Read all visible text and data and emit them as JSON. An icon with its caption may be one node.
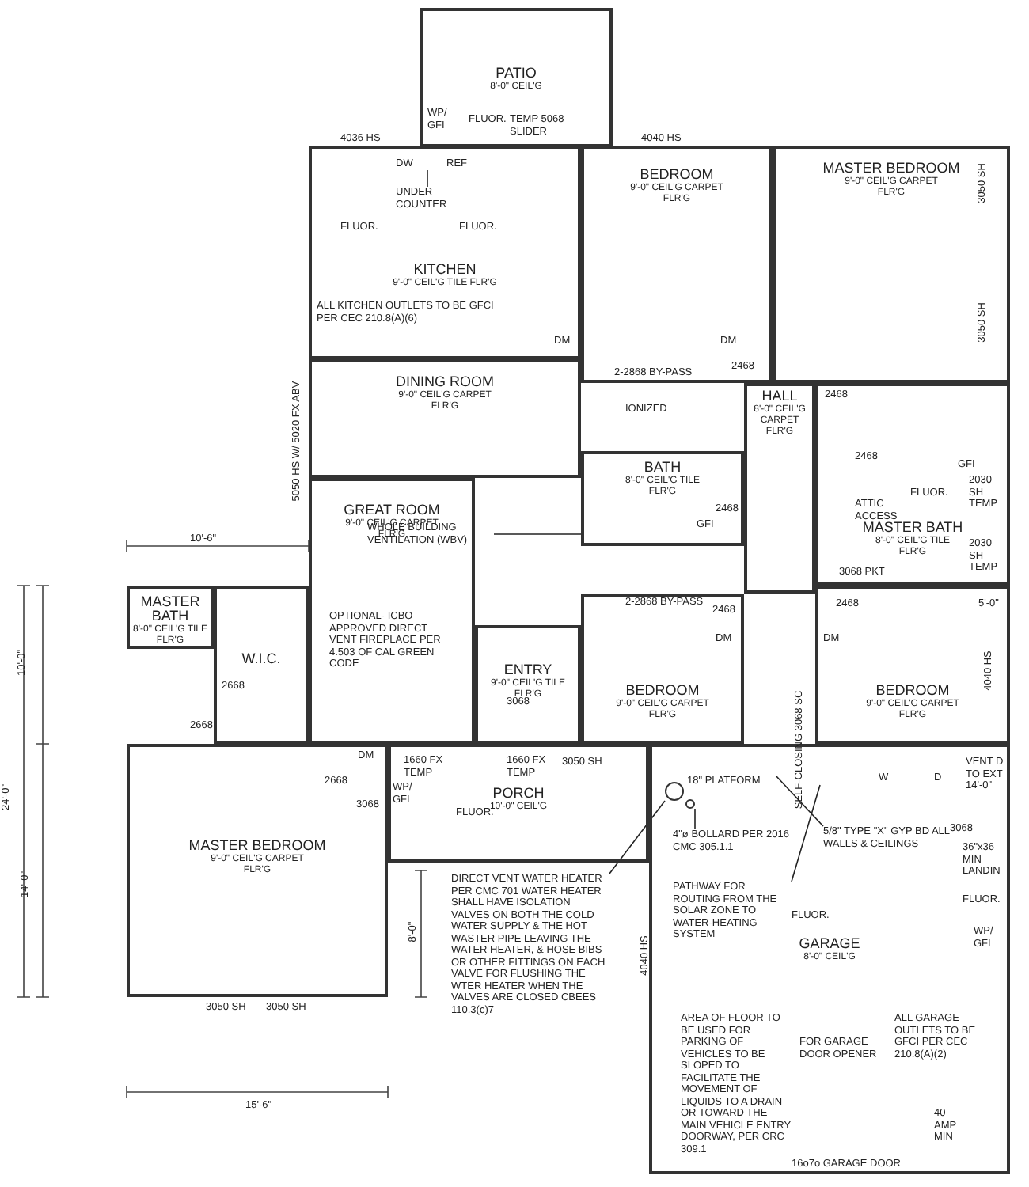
{
  "diagram": {
    "nodes": [
      {
        "text": [
          "PATIO",
          "8'-0\" CEIL'G"
        ]
      },
      {
        "text": [
          "KITCHEN",
          "9'-0\" CEIL'G TILE FLR'G"
        ]
      },
      {
        "text": [
          "BEDROOM",
          "9'-0\" CEIL'G CARPET FLR'G"
        ]
      },
      {
        "text": [
          "MASTER BEDROOM",
          "9'-0\" CEIL'G CARPET FLR'G"
        ]
      },
      {
        "text": [
          "DINING ROOM",
          "9'-0\" CEIL'G CARPET FLR'G"
        ]
      },
      {
        "text": [
          "HALL",
          "8'-0\" CEIL'G CARPET FLR'G"
        ]
      },
      {
        "text": [
          "BATH",
          "8'-0\" CEIL'G TILE FLR'G"
        ]
      },
      {
        "text": [
          "GREAT ROOM",
          "9'-0\" CEIL'G CARPET FLR'G"
        ]
      },
      {
        "text": [
          "MASTER BATH",
          "8'-0\" CEIL'G TILE FLR'G"
        ]
      },
      {
        "text": [
          "MASTER BATH",
          "8'-0\" CEIL'G TILE FLR'G"
        ]
      },
      {
        "text": [
          "W.I.C."
        ]
      },
      {
        "text": [
          "ENTRY",
          "9'-0\" CEIL'G TILE FLR'G"
        ]
      },
      {
        "text": [
          "BEDROOM",
          "9'-0\" CEIL'G CARPET FLR'G"
        ]
      },
      {
        "text": [
          "BEDROOM",
          "9'-0\" CEIL'G CARPET FLR'G"
        ]
      },
      {
        "text": [
          "PORCH",
          "10'-0\" CEIL'G"
        ]
      },
      {
        "text": [
          "MASTER BEDROOM",
          "9'-0\" CEIL'G CARPET FLR'G"
        ]
      },
      {
        "text": [
          "GARAGE",
          "8'-0\" CEIL'G"
        ]
      },
      {
        "text": [
          "UNDER COUNTER"
        ],
        "in": 1
      },
      {
        "text": [
          "WHOLE BUILDING VENTILATION (WBV)"
        ],
        "in": 7
      },
      {
        "text": [
          "DIRECT VENT WATER HEATER PER CMC 701 WATER HEATER SHALL HAVE ISOLATION VALVES ON BOTH THE COLD WATER SUPPLY & THE HOT WASTER PIPE LEAVING THE WATER HEATER, & HOSE BIBS OR OTHER FITTINGS ON EACH VALVE FOR FLUSHING THE WTER HEATER WHEN THE VALVES ARE CLOSED CBEES 110.3(c)7"
        ]
      },
      {
        "text": [
          "4\"ø BOLLARD PER 2016 CMC 305.1.1"
        ],
        "in": 16
      },
      {
        "text": [
          "PATHWAY FOR ROUTING FROM THE SOLAR ZONE TO WATER-HEATING SYSTEM"
        ],
        "in": 16
      },
      {
        "text": [
          "5/8\" TYPE \"X\" GYP BD ALL WALLS & CEILINGS"
        ],
        "in": 16
      },
      {
        "text": [
          "DW"
        ],
        "in": 1
      },
      {
        "text": [],
        "shape": "circle",
        "in": 16
      },
      {
        "text": [],
        "shape": "circle",
        "in": 16
      }
    ],
    "edges": [
      {
        "from": 17,
        "to": 23,
        "arrow": "none"
      },
      {
        "from": 18,
        "to": 6,
        "arrow": "none"
      },
      {
        "from": 19,
        "to": 24,
        "arrow": "none"
      },
      {
        "from": 20,
        "to": 25,
        "arrow": "none"
      },
      {
        "from": 21,
        "to": 16,
        "arrow": "none"
      },
      {
        "from": 22,
        "to": 16,
        "arrow": "none"
      }
    ],
    "labels": [
      "WP/ GFI",
      "FLUOR.",
      "TEMP 5068 SLIDER",
      "4036 HS",
      "4040 HS",
      "REF",
      "FLUOR.",
      "FLUOR.",
      "ALL KITCHEN OUTLETS TO BE GFCI PER CEC 210.8(A)(6)",
      "5050 HS W/ 5020 FX ABV",
      "3050 SH",
      "3050 SH",
      "2-2868 BY-PASS",
      "DM",
      "DM",
      "2468",
      "IONIZED",
      "2468",
      "GFI",
      "2468",
      "2468",
      "ATTIC ACCESS",
      "FLUOR.",
      "GFI",
      "2030 SH TEMP",
      "2030 SH TEMP",
      "3068 PKT",
      "2-2868 BY-PASS",
      "2468",
      "2468",
      "DM",
      "DM",
      "5'-0\"",
      "4040 HS",
      "10'-6\"",
      "10'-0\"",
      "24'-0\"",
      "14'-0\"",
      "2668",
      "2668",
      "OPTIONAL- ICBO APPROVED DIRECT VENT FIREPLACE PER 4.503 OF CAL GREEN CODE",
      "3068",
      "DM",
      "2668",
      "3068",
      "1660 FX TEMP",
      "1660 FX TEMP",
      "WP/ GFI",
      "FLUOR.",
      "3050 SH",
      "18\" PLATFORM",
      "SELF-CLOSING 3068 SC",
      "W",
      "D",
      "VENT D TO EXT 14'-0\"",
      "3068",
      "36\"x36 MIN LANDIN",
      "FLUOR.",
      "8'-0\"",
      "WP/ GFI",
      "3050 SH",
      "3050 SH",
      "15'-6\"",
      "4040 HS",
      "FLUOR.",
      "AREA OF FLOOR TO BE USED FOR PARKING OF VEHICLES TO BE SLOPED TO FACILITATE THE MOVEMENT OF LIQUIDS TO A DRAIN OR TOWARD THE MAIN VEHICLE ENTRY DOORWAY, PER CRC 309.1",
      "FOR GARAGE DOOR OPENER",
      "ALL GARAGE OUTLETS TO BE GFCI PER CEC 210.8(A)(2)",
      "40 AMP MIN",
      "16o7o GARAGE DOOR"
    ]
  }
}
